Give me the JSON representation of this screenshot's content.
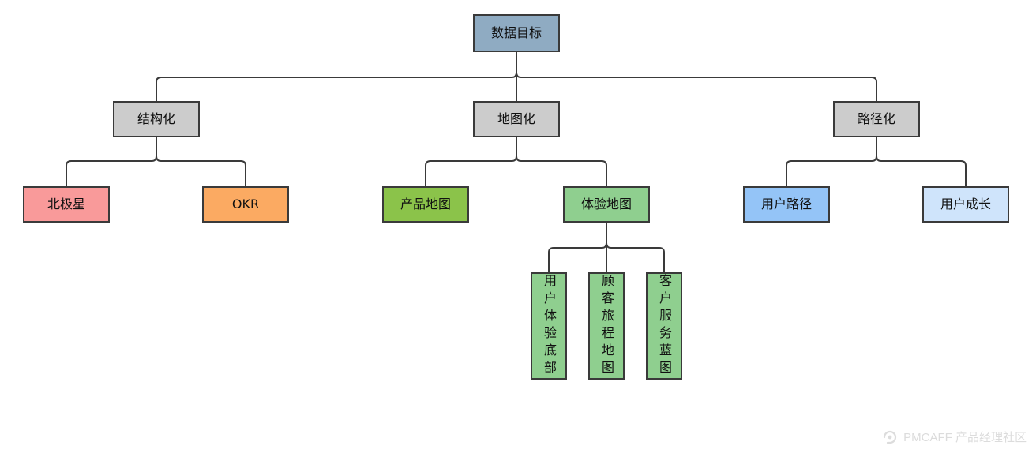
{
  "nodes": {
    "root": {
      "label": "数据目标",
      "color": "#8fabc2"
    },
    "structured": {
      "label": "结构化",
      "color": "#cccccc"
    },
    "mapped": {
      "label": "地图化",
      "color": "#cccccc"
    },
    "pathed": {
      "label": "路径化",
      "color": "#cccccc"
    },
    "north_star": {
      "label": "北极星",
      "color": "#f99a9a"
    },
    "okr": {
      "label": "OKR",
      "color": "#fbaa62"
    },
    "product_map": {
      "label": "产品地图",
      "color": "#8bc34a"
    },
    "experience_map": {
      "label": "体验地图",
      "color": "#8fcf8f"
    },
    "user_path": {
      "label": "用户路径",
      "color": "#94c4f7"
    },
    "user_growth": {
      "label": "用户成长",
      "color": "#cfe4fb"
    },
    "ux_baseline": {
      "label": "用户体验底部",
      "color": "#8fcf8f"
    },
    "customer_journey": {
      "label": "顾客旅程地图",
      "color": "#8fcf8f"
    },
    "service_blueprint": {
      "label": "客户服务蓝图",
      "color": "#8fcf8f"
    }
  },
  "watermark": {
    "text": "PMCAFF 产品经理社区"
  }
}
